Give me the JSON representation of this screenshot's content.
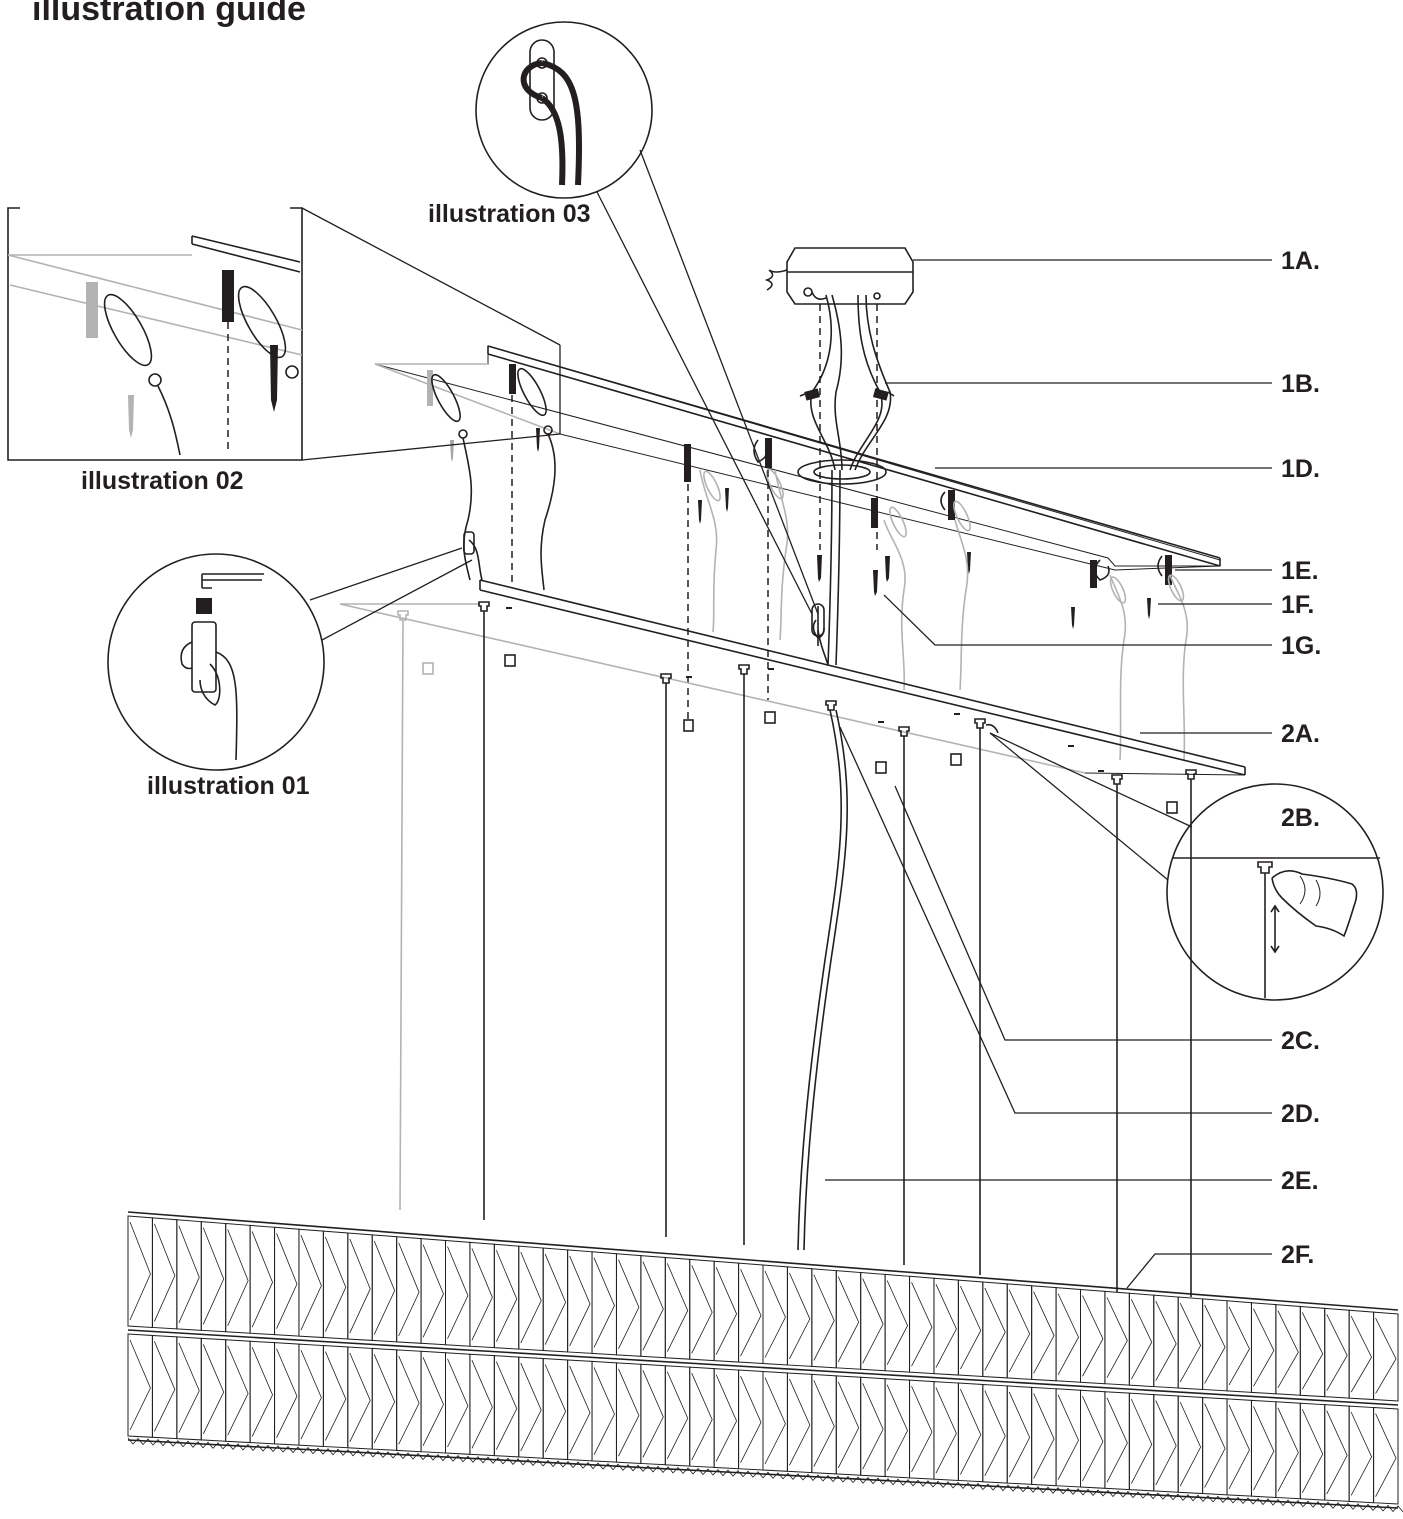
{
  "title": "illustration guide",
  "captions": {
    "ill01": "illustration 01",
    "ill02": "illustration 02",
    "ill03": "illustration 03"
  },
  "labels": {
    "l1A": "1A.",
    "l1B": "1B.",
    "l1D": "1D.",
    "l1E": "1E.",
    "l1F": "1F.",
    "l1G": "1G.",
    "l2A": "2A.",
    "l2B": "2B.",
    "l2C": "2C.",
    "l2D": "2D.",
    "l2E": "2E.",
    "l2F": "2F."
  },
  "colors": {
    "ink": "#231f20",
    "ghost": "#b3b3b3"
  }
}
